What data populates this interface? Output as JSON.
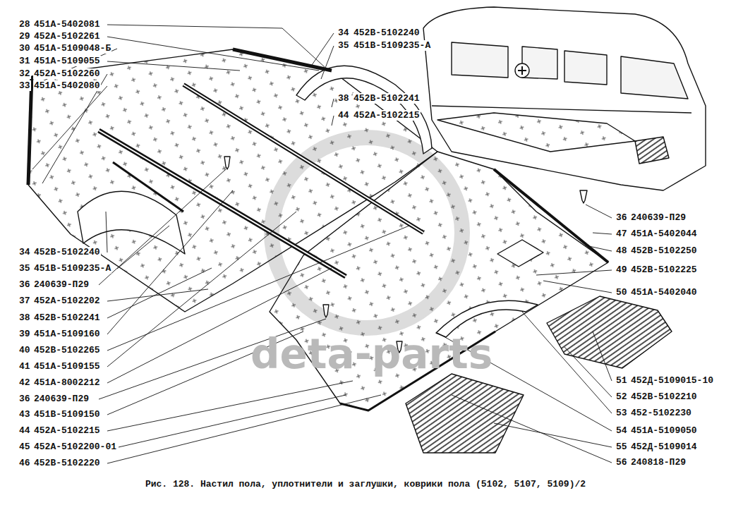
{
  "diagram": {
    "caption": "Рис. 128. Настил пола, уплотнители и заглушки, коврики пола (5102, 5107, 5109)/2",
    "labels": [
      "28",
      "451А-5402081",
      "29",
      "452А-5102261",
      "30",
      "451А-5109048-Б",
      "31",
      "451А-5109055",
      "32",
      "452А-5102260",
      "33",
      "451А-5402080",
      "34",
      "452В-5102240",
      "35",
      "451В-5109235-А",
      "36",
      "240639-П29",
      "37",
      "452А-5102202",
      "38",
      "452В-5102241",
      "39",
      "451А-5109160",
      "40",
      "452В-5102265",
      "41",
      "451А-5109155",
      "42",
      "451А-8002212",
      "36",
      "240639-П29",
      "43",
      "451В-5109150",
      "44",
      "452А-5102215",
      "45",
      "452А-5102200-01",
      "46",
      "452В-5102220",
      "34",
      "452В-5102240",
      "35",
      "451В-5109235-А",
      "38",
      "452В-5102241",
      "44",
      "452А-5102215",
      "36",
      "240639-П29",
      "47",
      "451А-5402044",
      "48",
      "452В-5102250",
      "49",
      "452В-5102225",
      "50",
      "451А-5402040",
      "51",
      "452Д-5109015-10",
      "52",
      "452В-5102210",
      "53",
      "452-5102230",
      "54",
      "451А-5109050",
      "55",
      "452Д-5109014",
      "56",
      "240818-П29",
      "deta-parts"
    ]
  }
}
